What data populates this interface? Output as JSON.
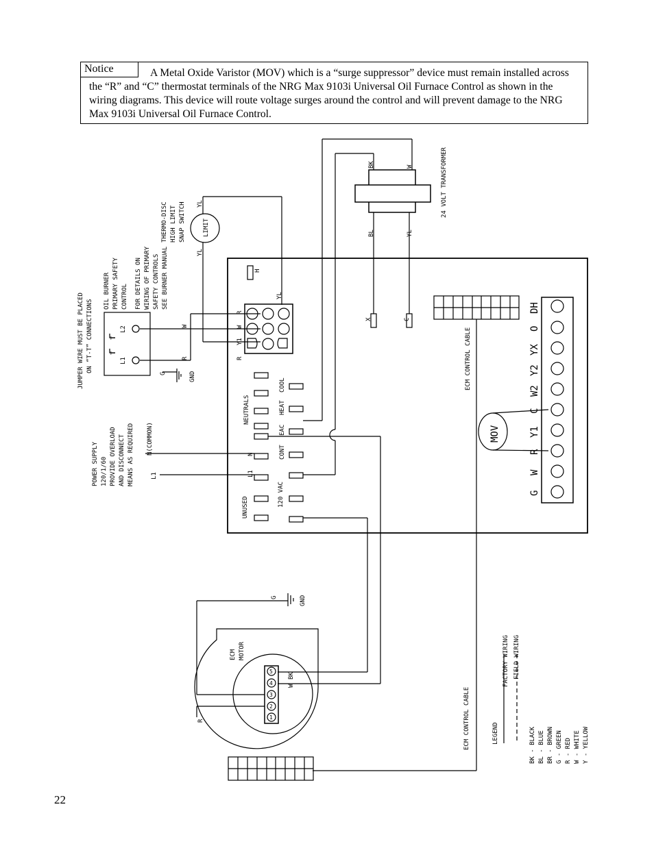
{
  "notice": {
    "tag": "Notice",
    "text": "A Metal Oxide Varistor (MOV) which is a “surge suppressor” device must remain installed across the “R” and “C” thermostat terminals of the NRG Max 9103i Universal Oil Furnace Control as shown in the wiring diagrams. This device will route voltage surges around the control and will prevent damage to the NRG Max 9103i Universal Oil Furnace Control."
  },
  "page_number": "22",
  "diagram": {
    "transformer": {
      "label": "24 VOLT TRANSFORMER",
      "wire_top_left": "BK",
      "wire_top_right": "W",
      "wire_bottom_left": "BL",
      "wire_bottom_right": "YL"
    },
    "limit": {
      "label": "LIMIT",
      "wire_top": "YL",
      "wire_bottom": "YL",
      "desc": [
        "THERMO-DISC",
        "HIGH LIMIT",
        "SNAP SWITCH"
      ]
    },
    "oil_burner": {
      "desc": [
        "OIL BURNER",
        "PRIMARY SAFETY",
        "CONTROL",
        "FOR DETAILS ON",
        "WIRING OF PRIMARY",
        "SAFETY CONTROLS",
        "SEE BURNER MANUAL"
      ],
      "jumper_note": [
        "JUMPER WIRE MUST BE PLACED",
        "ON “T-T” CONNECTIONS"
      ],
      "term_l1": "L1",
      "term_l2": "L2",
      "t_mark": "T"
    },
    "wires": {
      "w": "W",
      "r": "R",
      "g": "G",
      "gnd": "GND",
      "yl": "YL",
      "r2": "R"
    },
    "plug9": {
      "r": "R",
      "w": "W",
      "y1": "Y1"
    },
    "h_term": "H",
    "xc": {
      "x": "X",
      "c": "C"
    },
    "power": {
      "desc": [
        "POWER SUPPLY",
        "120/1/60",
        "PROVIDE OVERLOAD",
        "AND DISCONNECT",
        "MEANS AS REQUIRED"
      ],
      "l1": "L1",
      "n_common": "N(COMMON)"
    },
    "board": {
      "neutrals": "NEUTRALS",
      "n": "N",
      "l1": "L1",
      "unused": "UNUSED",
      "cool": "COOL",
      "heat": "HEAT",
      "eac": "EAC",
      "cont": "CONT",
      "vac": "120 VAC",
      "ecm_cable": "ECM CONTROL CABLE"
    },
    "thermostat": {
      "terminals": [
        "DH",
        "O",
        "YX",
        "Y2",
        "W2",
        "C",
        "Y1",
        "R",
        "W",
        "G"
      ],
      "mov": "MOV"
    },
    "ecm_motor": {
      "label": [
        "ECM",
        "MOTOR"
      ],
      "pins": [
        "1",
        "2",
        "3",
        "4",
        "5"
      ],
      "w": "W",
      "bk": "BK",
      "r": "R",
      "g": "G",
      "gnd": "GND",
      "cable": "ECM CONTROL CABLE"
    },
    "legend": {
      "title": "LEGEND",
      "factory": "FACTORY WIRING",
      "field": "FIELD WIRING",
      "items": [
        "BK - BLACK",
        "BL - BLUE",
        "BR - BROWN",
        "G - GREEN",
        "R - RED",
        "W - WHITE",
        "Y - YELLOW"
      ]
    }
  }
}
